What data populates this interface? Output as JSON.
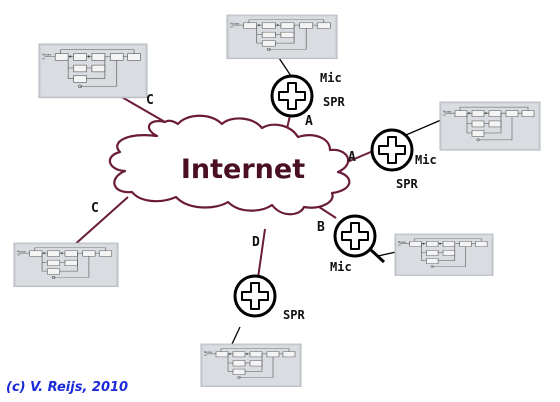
{
  "cloud": {
    "title": "Internet",
    "fill_color": "#ffffff",
    "outline_color": "#6a1b3a"
  },
  "connection_labels": {
    "c_top_left": "C",
    "c_bottom_left": "C",
    "a_top": "A",
    "a_right": "A",
    "b_right": "B",
    "d_bottom": "D"
  },
  "nodes": {
    "top": {
      "mic": "Mic",
      "spr": "SPR"
    },
    "right": {
      "spr": "SPR",
      "mic": "Mic"
    },
    "lower_right": {
      "mic": "Mic"
    },
    "bottom": {
      "spr": "SPR"
    }
  },
  "diagram_block": {
    "labels": [
      "Delay",
      "Delay",
      "Delay",
      "Delay",
      "EXL"
    ]
  },
  "credit": {
    "text": "(c) V. Reijs, 2010",
    "color": "#1a2bd8"
  },
  "line_color": "#6a1b3a",
  "panel_color": "#cfd3d8"
}
